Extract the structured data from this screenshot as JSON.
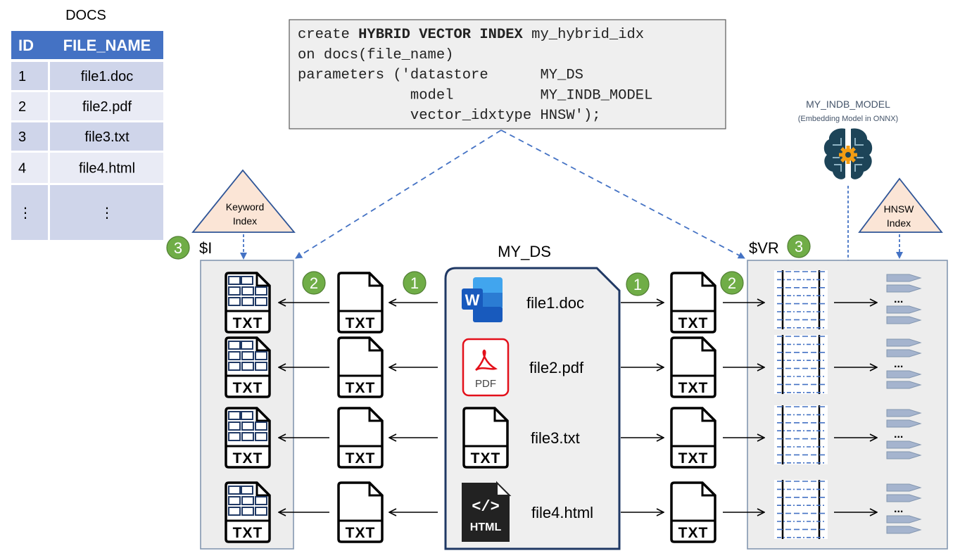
{
  "docs_table": {
    "title": "DOCS",
    "headers": [
      "ID",
      "FILE_NAME"
    ],
    "rows": [
      [
        "1",
        "file1.doc"
      ],
      [
        "2",
        "file2.pdf"
      ],
      [
        "3",
        "file3.txt"
      ],
      [
        "4",
        "file4.html"
      ],
      [
        "⋮",
        "⋮"
      ]
    ]
  },
  "sql": {
    "lines": [
      [
        {
          "t": "create ",
          "b": false
        },
        {
          "t": "HYBRID VECTOR INDEX",
          "b": true
        },
        {
          "t": " my_hybrid_idx",
          "b": false
        }
      ],
      [
        {
          "t": "on docs(file_name)",
          "b": false
        }
      ],
      [
        {
          "t": "parameters ('datastore      MY_DS",
          "b": false
        }
      ],
      [
        {
          "t": "             model          MY_INDB_MODEL",
          "b": false
        }
      ],
      [
        {
          "t": "             vector_idxtype HNSW');",
          "b": false
        }
      ]
    ]
  },
  "keyword_index": {
    "line1": "Keyword",
    "line2": "Index",
    "table_label": "$I",
    "step": "3"
  },
  "vector_index": {
    "line1": "HNSW",
    "line2": "Index",
    "table_label": "$VR",
    "step": "3"
  },
  "model": {
    "name": "MY_INDB_MODEL",
    "caption": "(Embedding Model in ONNX)",
    "icon": "brain-gear-icon"
  },
  "datastore": {
    "label": "MY_DS",
    "files": [
      {
        "name": "file1.doc",
        "icon": "word-icon"
      },
      {
        "name": "file2.pdf",
        "icon": "pdf-icon"
      },
      {
        "name": "file3.txt",
        "icon": "txt-icon"
      },
      {
        "name": "file4.html",
        "icon": "html-icon"
      }
    ]
  },
  "steps": {
    "extract": "1",
    "tokenize": "2"
  },
  "txt_label": "TXT",
  "ellipsis": "...",
  "colors": {
    "table_header": "#4472C4",
    "row_odd": "#CFD5EA",
    "row_even": "#E9EBF5",
    "badge": "#70AD47",
    "triangle": "#FBE5D6",
    "dashed": "#4472C4",
    "panel": "#EDEDED"
  }
}
